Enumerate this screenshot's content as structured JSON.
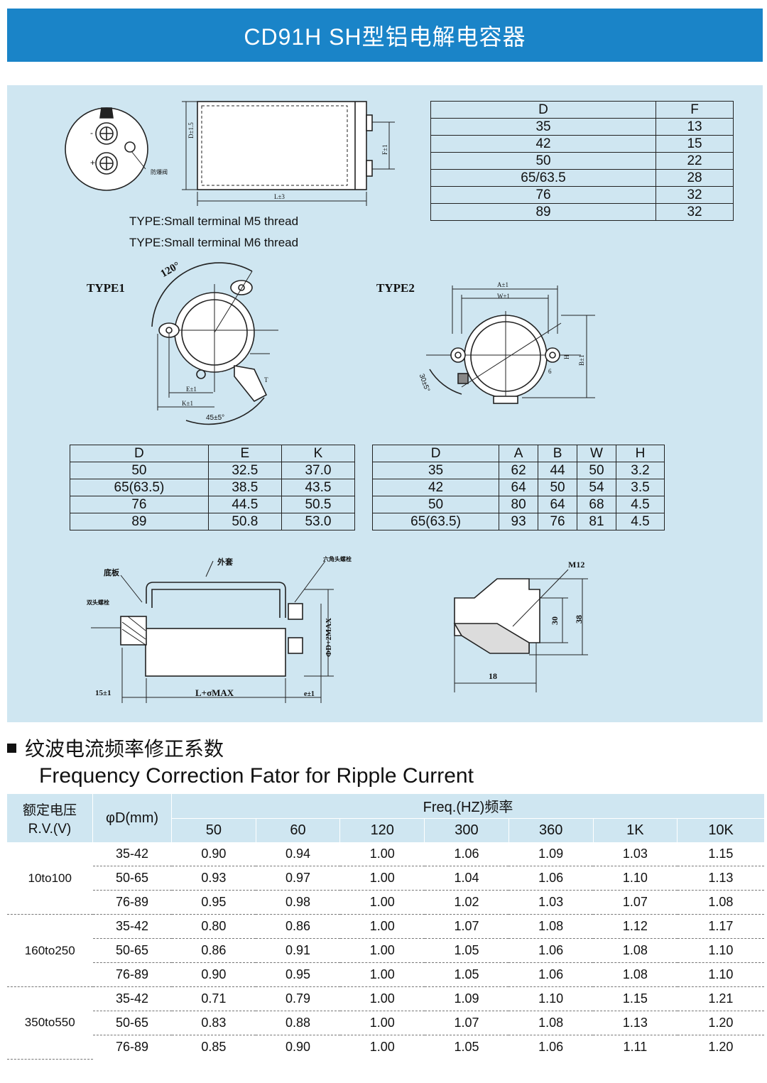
{
  "header": {
    "title": "CD91H  SH型铝电解电容器"
  },
  "drawing": {
    "type_line_1": "TYPE:Small terminal M5 thread",
    "type_line_2": "TYPE:Small terminal M6 thread",
    "type1": "TYPE1",
    "type2": "TYPE2",
    "dim_d": "D±1.5",
    "dim_l": "L±3",
    "dim_f": "F±1",
    "label_vent": "防爆阀",
    "label_minus": "-",
    "label_plus": "+",
    "angle_120": "120°",
    "angle_45": "45±5°",
    "angle_30": "30±5°",
    "dim_e": "E±1",
    "dim_k": "K±1",
    "dim_t": "T",
    "dim_a": "A±1",
    "dim_w": "W±1",
    "dim_b": "B±1",
    "dim_h": "H",
    "dim_6": "6",
    "label_base": "底板",
    "label_cover": "外套",
    "label_hexbolt": "六角头螺栓",
    "label_stud": "双头螺栓",
    "dim_15": "15±1",
    "dim_lmax": "L+σMAX",
    "dim_e1": "e±1",
    "dim_dmax": "ΦD+2MAX",
    "dim_m12": "M12",
    "dim_30": "30",
    "dim_38": "38",
    "dim_18": "18"
  },
  "table_df": {
    "headers": [
      "D",
      "F"
    ],
    "rows": [
      [
        "35",
        "13"
      ],
      [
        "42",
        "15"
      ],
      [
        "50",
        "22"
      ],
      [
        "65/63.5",
        "28"
      ],
      [
        "76",
        "32"
      ],
      [
        "89",
        "32"
      ]
    ]
  },
  "table_dek": {
    "headers": [
      "D",
      "E",
      "K"
    ],
    "rows": [
      [
        "50",
        "32.5",
        "37.0"
      ],
      [
        "65(63.5)",
        "38.5",
        "43.5"
      ],
      [
        "76",
        "44.5",
        "50.5"
      ],
      [
        "89",
        "50.8",
        "53.0"
      ]
    ]
  },
  "table_dabwh": {
    "headers": [
      "D",
      "A",
      "B",
      "W",
      "H"
    ],
    "rows": [
      [
        "35",
        "62",
        "44",
        "50",
        "3.2"
      ],
      [
        "42",
        "64",
        "50",
        "54",
        "3.5"
      ],
      [
        "50",
        "80",
        "64",
        "68",
        "4.5"
      ],
      [
        "65(63.5)",
        "93",
        "76",
        "81",
        "4.5"
      ]
    ]
  },
  "section": {
    "title_cn": "纹波电流频率修正系数",
    "title_en": "Frequency Correction Fator for  Ripple Current"
  },
  "freq_table": {
    "rv_header_cn": "额定电压",
    "rv_header_en": "R.V.(V)",
    "d_header": "φD(mm)",
    "freq_header": "Freq.(HZ)频率",
    "freqs": [
      "50",
      "60",
      "120",
      "300",
      "360",
      "1K",
      "10K"
    ],
    "groups": [
      {
        "rv": "10to100",
        "rows": [
          [
            "35-42",
            "0.90",
            "0.94",
            "1.00",
            "1.06",
            "1.09",
            "1.03",
            "1.15"
          ],
          [
            "50-65",
            "0.93",
            "0.97",
            "1.00",
            "1.04",
            "1.06",
            "1.10",
            "1.13"
          ],
          [
            "76-89",
            "0.95",
            "0.98",
            "1.00",
            "1.02",
            "1.03",
            "1.07",
            "1.08"
          ]
        ]
      },
      {
        "rv": "160to250",
        "rows": [
          [
            "35-42",
            "0.80",
            "0.86",
            "1.00",
            "1.07",
            "1.08",
            "1.12",
            "1.17"
          ],
          [
            "50-65",
            "0.86",
            "0.91",
            "1.00",
            "1.05",
            "1.06",
            "1.08",
            "1.10"
          ],
          [
            "76-89",
            "0.90",
            "0.95",
            "1.00",
            "1.05",
            "1.06",
            "1.08",
            "1.10"
          ]
        ]
      },
      {
        "rv": "350to550",
        "rows": [
          [
            "35-42",
            "0.71",
            "0.79",
            "1.00",
            "1.09",
            "1.10",
            "1.15",
            "1.21"
          ],
          [
            "50-65",
            "0.83",
            "0.88",
            "1.00",
            "1.07",
            "1.08",
            "1.13",
            "1.20"
          ],
          [
            "76-89",
            "0.85",
            "0.90",
            "1.00",
            "1.05",
            "1.06",
            "1.11",
            "1.20"
          ]
        ]
      }
    ]
  }
}
